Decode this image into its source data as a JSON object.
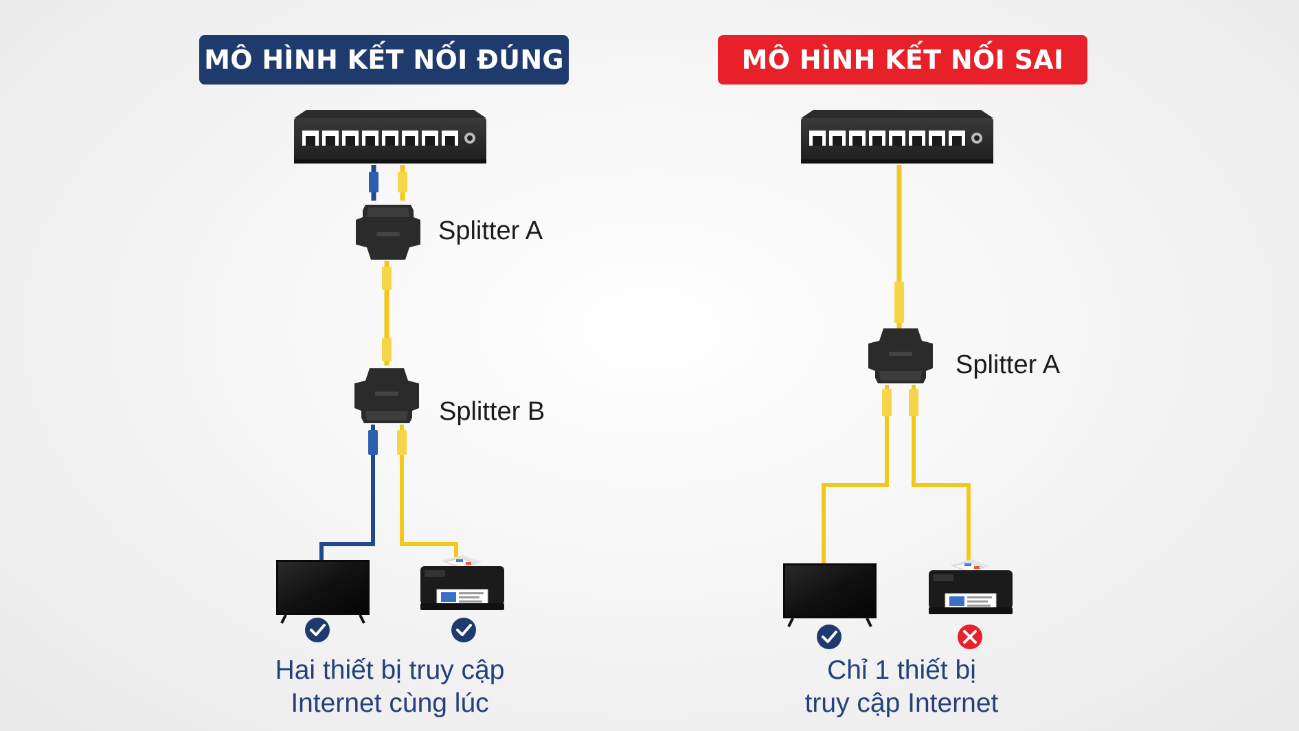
{
  "left_panel": {
    "title": "MÔ HÌNH KẾT NỐI ĐÚNG",
    "splitter_a_label": "Splitter A",
    "splitter_b_label": "Splitter B",
    "caption_line1": "Hai thiết bị truy cập",
    "caption_line2": "Internet cùng lúc",
    "tv_status": "check",
    "printer_status": "check"
  },
  "right_panel": {
    "title": "MÔ HÌNH KẾT NỐI SAI",
    "splitter_a_label": "Splitter A",
    "caption_line1": "Chỉ 1 thiết bị",
    "caption_line2": "truy cập Internet",
    "tv_status": "check",
    "printer_status": "cross"
  },
  "colors": {
    "correct_badge": "#1f3b6e",
    "wrong_badge": "#e8202a",
    "blue_cable": "#1f4a8c",
    "yellow_cable": "#f2c81e",
    "caption_text": "#23417a"
  }
}
